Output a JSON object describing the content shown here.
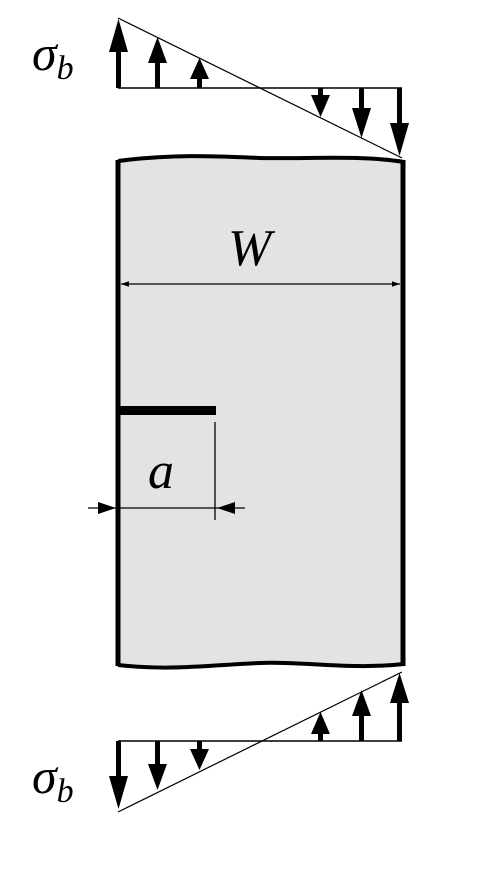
{
  "labels": {
    "stress_top": "σ",
    "stress_top_sub": "b",
    "stress_bottom": "σ",
    "stress_bottom_sub": "b",
    "width": "W",
    "crack_length": "a"
  },
  "colors": {
    "plate_fill": "#e3e3e3",
    "stroke": "#000000",
    "background": "#ffffff"
  }
}
